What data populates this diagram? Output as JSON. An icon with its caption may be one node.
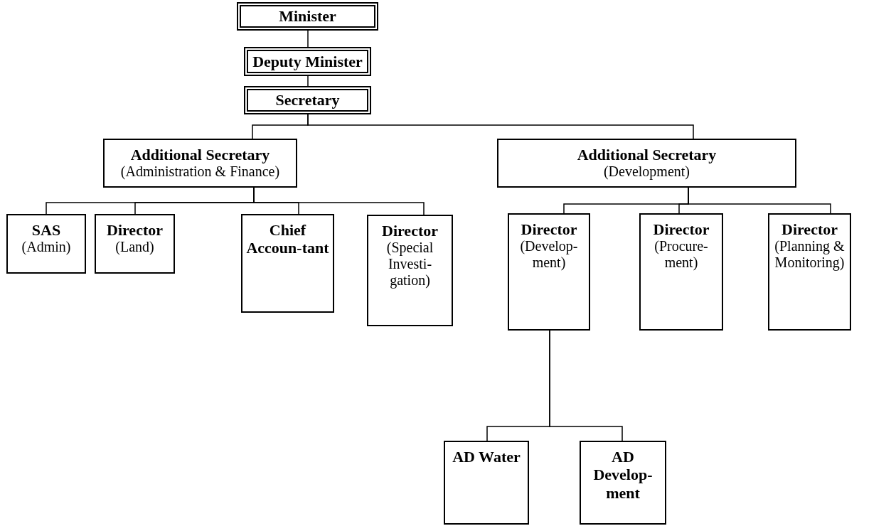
{
  "diagram": {
    "nodes": [
      {
        "text": [
          "Minister"
        ]
      },
      {
        "text": [
          "Deputy Minister"
        ]
      },
      {
        "text": [
          "Secretary"
        ]
      },
      {
        "text": [
          "Additional Secretary",
          "(Administration & Finance)"
        ]
      },
      {
        "text": [
          "Additional Secretary",
          "(Development)"
        ]
      },
      {
        "text": [
          "SAS",
          "(Admin)"
        ]
      },
      {
        "text": [
          "Director",
          "(Land)"
        ]
      },
      {
        "text": [
          "Chief Accoun-tant"
        ]
      },
      {
        "text": [
          "Director",
          "(Special Investi-gation)"
        ]
      },
      {
        "text": [
          "Director",
          "(Develop-ment)"
        ]
      },
      {
        "text": [
          "Director",
          "(Procure-ment)"
        ]
      },
      {
        "text": [
          "Director",
          "(Planning & Monitoring)"
        ]
      },
      {
        "text": [
          "AD Water"
        ]
      },
      {
        "text": [
          "AD Develop-ment"
        ]
      }
    ],
    "edges": [
      {
        "from": 0,
        "to": 1,
        "arrow": "none"
      },
      {
        "from": 1,
        "to": 2,
        "arrow": "none"
      },
      {
        "from": 2,
        "to": 3,
        "arrow": "none"
      },
      {
        "from": 2,
        "to": 4,
        "arrow": "none"
      },
      {
        "from": 3,
        "to": 5,
        "arrow": "none"
      },
      {
        "from": 3,
        "to": 6,
        "arrow": "none"
      },
      {
        "from": 3,
        "to": 7,
        "arrow": "none"
      },
      {
        "from": 3,
        "to": 8,
        "arrow": "none"
      },
      {
        "from": 4,
        "to": 9,
        "arrow": "none"
      },
      {
        "from": 4,
        "to": 10,
        "arrow": "none"
      },
      {
        "from": 4,
        "to": 11,
        "arrow": "none"
      },
      {
        "from": 9,
        "to": 12,
        "arrow": "none"
      },
      {
        "from": 9,
        "to": 13,
        "arrow": "none"
      }
    ]
  }
}
